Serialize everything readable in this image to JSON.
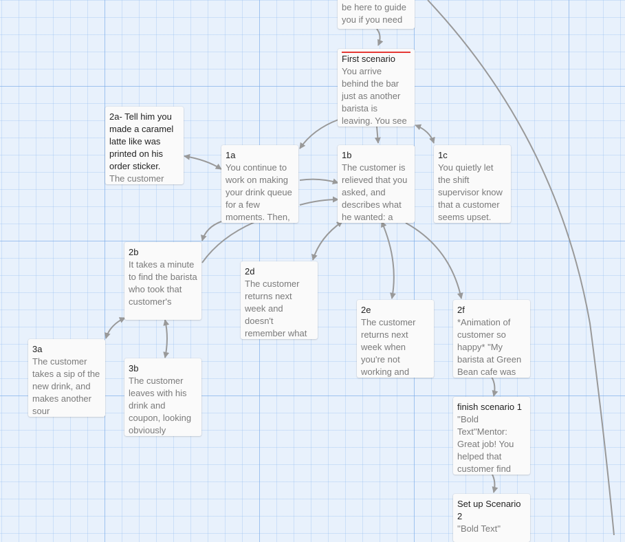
{
  "passages": [
    {
      "id": "top",
      "title": "",
      "excerpt": "NAME), and I'll be here to guide you if you need"
    },
    {
      "id": "first",
      "title": "First scenario",
      "excerpt": "You arrive behind the bar just as another barista is leaving. You see"
    },
    {
      "id": "2a",
      "title": "2a- Tell him you made a caramel latte like was printed on his order sticker.",
      "excerpt": "The customer"
    },
    {
      "id": "1a",
      "title": "1a",
      "excerpt": "You continue to work on making your drink queue for a few moments. Then,"
    },
    {
      "id": "1b",
      "title": "1b",
      "excerpt": "The customer is relieved that you asked, and describes what he wanted: a"
    },
    {
      "id": "1c",
      "title": "1c",
      "excerpt": "You quietly let the shift supervisor know that a customer seems upset."
    },
    {
      "id": "2b",
      "title": "2b",
      "excerpt": "It takes a minute to find the barista who took that customer's"
    },
    {
      "id": "2d",
      "title": "2d",
      "excerpt": "The customer returns next week and doesn't remember what"
    },
    {
      "id": "2e",
      "title": "2e",
      "excerpt": "The customer returns next week when you're not working and"
    },
    {
      "id": "2f",
      "title": "2f",
      "excerpt": "*Animation of customer so happy* \"My barista at Green Bean cafe was"
    },
    {
      "id": "3a",
      "title": "3a",
      "excerpt": "The customer takes a sip of the new drink, and makes another sour"
    },
    {
      "id": "3b",
      "title": "3b",
      "excerpt": "The customer leaves with his drink and coupon, looking obviously"
    },
    {
      "id": "finish1",
      "title": "finish scenario 1",
      "excerpt": "''Bold Text''Mentor: Great job! You helped that customer find"
    },
    {
      "id": "setup2",
      "title": "Set up Scenario 2",
      "excerpt": "''Bold Text''"
    }
  ]
}
